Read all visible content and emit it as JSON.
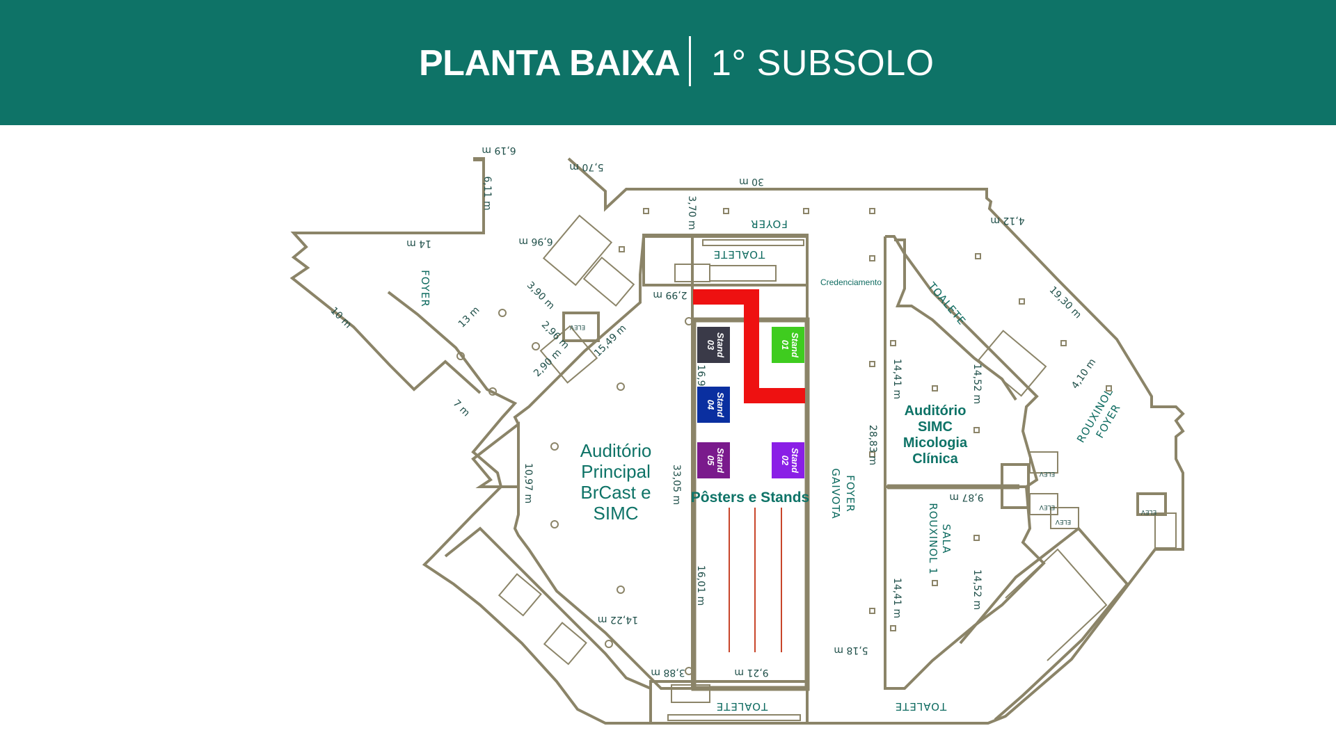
{
  "header": {
    "title_bold": "PLANTA BAIXA",
    "title_light": "1° SUBSOLO",
    "color": "#0e7367"
  },
  "rooms": {
    "main_auditorium": [
      "Auditório",
      "Principal",
      "BrCast  e",
      "SIMC"
    ],
    "simc_auditorium": [
      "Auditório",
      "SIMC",
      "Micologia",
      "Clínica"
    ],
    "posters": "Pôsters e Stands",
    "foyer_top": "FOYER",
    "foyer_left": "FOYER",
    "foyer_gaivota": [
      "FOYER",
      "GAIVOTA"
    ],
    "foyer_rouxinol": [
      "FOYER",
      "ROUXINOL"
    ],
    "sala_rouxinol": [
      "SALA",
      "ROUXINOL 1"
    ],
    "credenciamento": "Credenciamento",
    "toilet": "TOALETE",
    "elevator": "ELEV"
  },
  "stands": [
    {
      "label": "Stand",
      "num": "01",
      "color": "#3fcc1f"
    },
    {
      "label": "Stand",
      "num": "02",
      "color": "#8a1fe6"
    },
    {
      "label": "Stand",
      "num": "03",
      "color": "#3a3a48"
    },
    {
      "label": "Stand",
      "num": "04",
      "color": "#0a2fa0"
    },
    {
      "label": "Stand",
      "num": "05",
      "color": "#7a1a8c"
    }
  ],
  "dimensions": {
    "d_6_19": "6,19 m",
    "d_5_70": "5,70 m",
    "d_30": "30 m",
    "d_6_11": "6,11 m",
    "d_3_70": "3,70 m",
    "d_4_12": "4,12 m",
    "d_14": "14 m",
    "d_6_96": "6,96 m",
    "d_2_99": "2,99 m",
    "d_19_30": "19,30 m",
    "d_13": "13 m",
    "d_10": "10 m",
    "d_3_90": "3,90 m",
    "d_2_96": "2,96 m",
    "d_2_90": "2,90 m",
    "d_15_49": "15,49 m",
    "d_16_9": "16,9",
    "d_14_41a": "14,41 m",
    "d_14_52a": "14,52 m",
    "d_4_10": "4,10 m",
    "d_7": "7 m",
    "d_28_83": "28,83 m",
    "d_10_97": "10,97 m",
    "d_33_05": "33,05 m",
    "d_9_87": "9,87 m",
    "d_16_01": "16,01 m",
    "d_14_41b": "14,41 m",
    "d_14_52b": "14,52 m",
    "d_14_22": "14,22 m",
    "d_5_18": "5,18 m",
    "d_3_88": "3,88 m",
    "d_9_21": "9,21 m"
  },
  "colors": {
    "walls": "#8b8468",
    "red_barrier": "#ee1111",
    "poster_lines": "#c8452a"
  }
}
